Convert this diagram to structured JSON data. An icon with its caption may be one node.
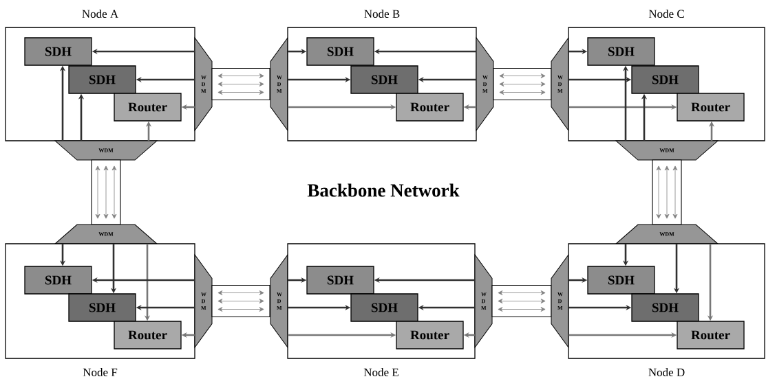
{
  "diagram": {
    "title": "Backbone Network",
    "nodes": [
      {
        "text": [
          "Node A"
        ]
      },
      {
        "text": [
          "SDH"
        ],
        "in": 0
      },
      {
        "text": [
          "SDH"
        ],
        "in": 0
      },
      {
        "text": [
          "Router"
        ],
        "in": 0
      },
      {
        "text": [
          "W D M"
        ]
      },
      {
        "text": [],
        "shape": "box"
      },
      {
        "text": [
          "W D M"
        ]
      },
      {
        "text": [
          "Node B"
        ]
      },
      {
        "text": [
          "SDH"
        ],
        "in": 7
      },
      {
        "text": [
          "SDH"
        ],
        "in": 7
      },
      {
        "text": [
          "Router"
        ],
        "in": 7
      },
      {
        "text": [
          "W D M"
        ]
      },
      {
        "text": [],
        "shape": "box"
      },
      {
        "text": [
          "W D M"
        ]
      },
      {
        "text": [
          "Node C"
        ]
      },
      {
        "text": [
          "SDH"
        ],
        "in": 14
      },
      {
        "text": [
          "SDH"
        ],
        "in": 14
      },
      {
        "text": [
          "Router"
        ],
        "in": 14
      },
      {
        "text": [
          "WDM"
        ]
      },
      {
        "text": [
          "WDM"
        ]
      },
      {
        "text": [],
        "shape": "box"
      },
      {
        "text": [],
        "shape": "box"
      },
      {
        "text": [
          "WDM"
        ]
      },
      {
        "text": [
          "WDM"
        ]
      },
      {
        "text": [
          "Node F"
        ]
      },
      {
        "text": [
          "SDH"
        ],
        "in": 24
      },
      {
        "text": [
          "SDH"
        ],
        "in": 24
      },
      {
        "text": [
          "Router"
        ],
        "in": 24
      },
      {
        "text": [
          "W D M"
        ]
      },
      {
        "text": [],
        "shape": "box"
      },
      {
        "text": [
          "W D M"
        ]
      },
      {
        "text": [
          "Node E"
        ]
      },
      {
        "text": [
          "SDH"
        ],
        "in": 31
      },
      {
        "text": [
          "SDH"
        ],
        "in": 31
      },
      {
        "text": [
          "Router"
        ],
        "in": 31
      },
      {
        "text": [
          "W D M"
        ]
      },
      {
        "text": [],
        "shape": "box"
      },
      {
        "text": [
          "W D M"
        ]
      },
      {
        "text": [
          "Node D"
        ]
      },
      {
        "text": [
          "SDH"
        ],
        "in": 38
      },
      {
        "text": [
          "SDH"
        ],
        "in": 38
      },
      {
        "text": [
          "Router"
        ],
        "in": 38
      }
    ],
    "edges": [
      {
        "from": 4,
        "to": 1,
        "arrow": "to"
      },
      {
        "from": 4,
        "to": 2,
        "arrow": "to"
      },
      {
        "from": 4,
        "to": 3,
        "arrow": "to",
        "color": "#777777"
      },
      {
        "from": 18,
        "to": 1,
        "arrow": "to"
      },
      {
        "from": 18,
        "to": 2,
        "arrow": "to"
      },
      {
        "from": 18,
        "to": 3,
        "arrow": "to",
        "color": "#777777"
      },
      {
        "from": 6,
        "to": 8,
        "arrow": "to"
      },
      {
        "from": 6,
        "to": 9,
        "arrow": "to"
      },
      {
        "from": 6,
        "to": 10,
        "arrow": "to",
        "color": "#777777"
      },
      {
        "from": 11,
        "to": 8,
        "arrow": "to"
      },
      {
        "from": 11,
        "to": 9,
        "arrow": "to"
      },
      {
        "from": 11,
        "to": 10,
        "arrow": "to",
        "color": "#777777"
      },
      {
        "from": 13,
        "to": 15,
        "arrow": "to"
      },
      {
        "from": 13,
        "to": 16,
        "arrow": "to"
      },
      {
        "from": 13,
        "to": 17,
        "arrow": "to",
        "color": "#777777"
      },
      {
        "from": 19,
        "to": 15,
        "arrow": "to"
      },
      {
        "from": 19,
        "to": 16,
        "arrow": "to"
      },
      {
        "from": 19,
        "to": 17,
        "arrow": "to",
        "color": "#777777"
      },
      {
        "from": 22,
        "to": 25,
        "arrow": "to"
      },
      {
        "from": 22,
        "to": 26,
        "arrow": "to"
      },
      {
        "from": 22,
        "to": 27,
        "arrow": "to",
        "color": "#777777"
      },
      {
        "from": 28,
        "to": 25,
        "arrow": "to"
      },
      {
        "from": 28,
        "to": 26,
        "arrow": "to"
      },
      {
        "from": 28,
        "to": 27,
        "arrow": "to",
        "color": "#777777"
      },
      {
        "from": 30,
        "to": 32,
        "arrow": "to"
      },
      {
        "from": 30,
        "to": 33,
        "arrow": "to"
      },
      {
        "from": 30,
        "to": 34,
        "arrow": "to",
        "color": "#777777"
      },
      {
        "from": 35,
        "to": 32,
        "arrow": "to"
      },
      {
        "from": 35,
        "to": 33,
        "arrow": "to"
      },
      {
        "from": 35,
        "to": 34,
        "arrow": "to",
        "color": "#777777"
      },
      {
        "from": 23,
        "to": 39,
        "arrow": "to"
      },
      {
        "from": 23,
        "to": 40,
        "arrow": "to"
      },
      {
        "from": 23,
        "to": 41,
        "arrow": "to",
        "color": "#777777"
      },
      {
        "from": 37,
        "to": 39,
        "arrow": "to"
      },
      {
        "from": 37,
        "to": 40,
        "arrow": "to"
      },
      {
        "from": 37,
        "to": 41,
        "arrow": "to",
        "color": "#777777"
      }
    ]
  }
}
